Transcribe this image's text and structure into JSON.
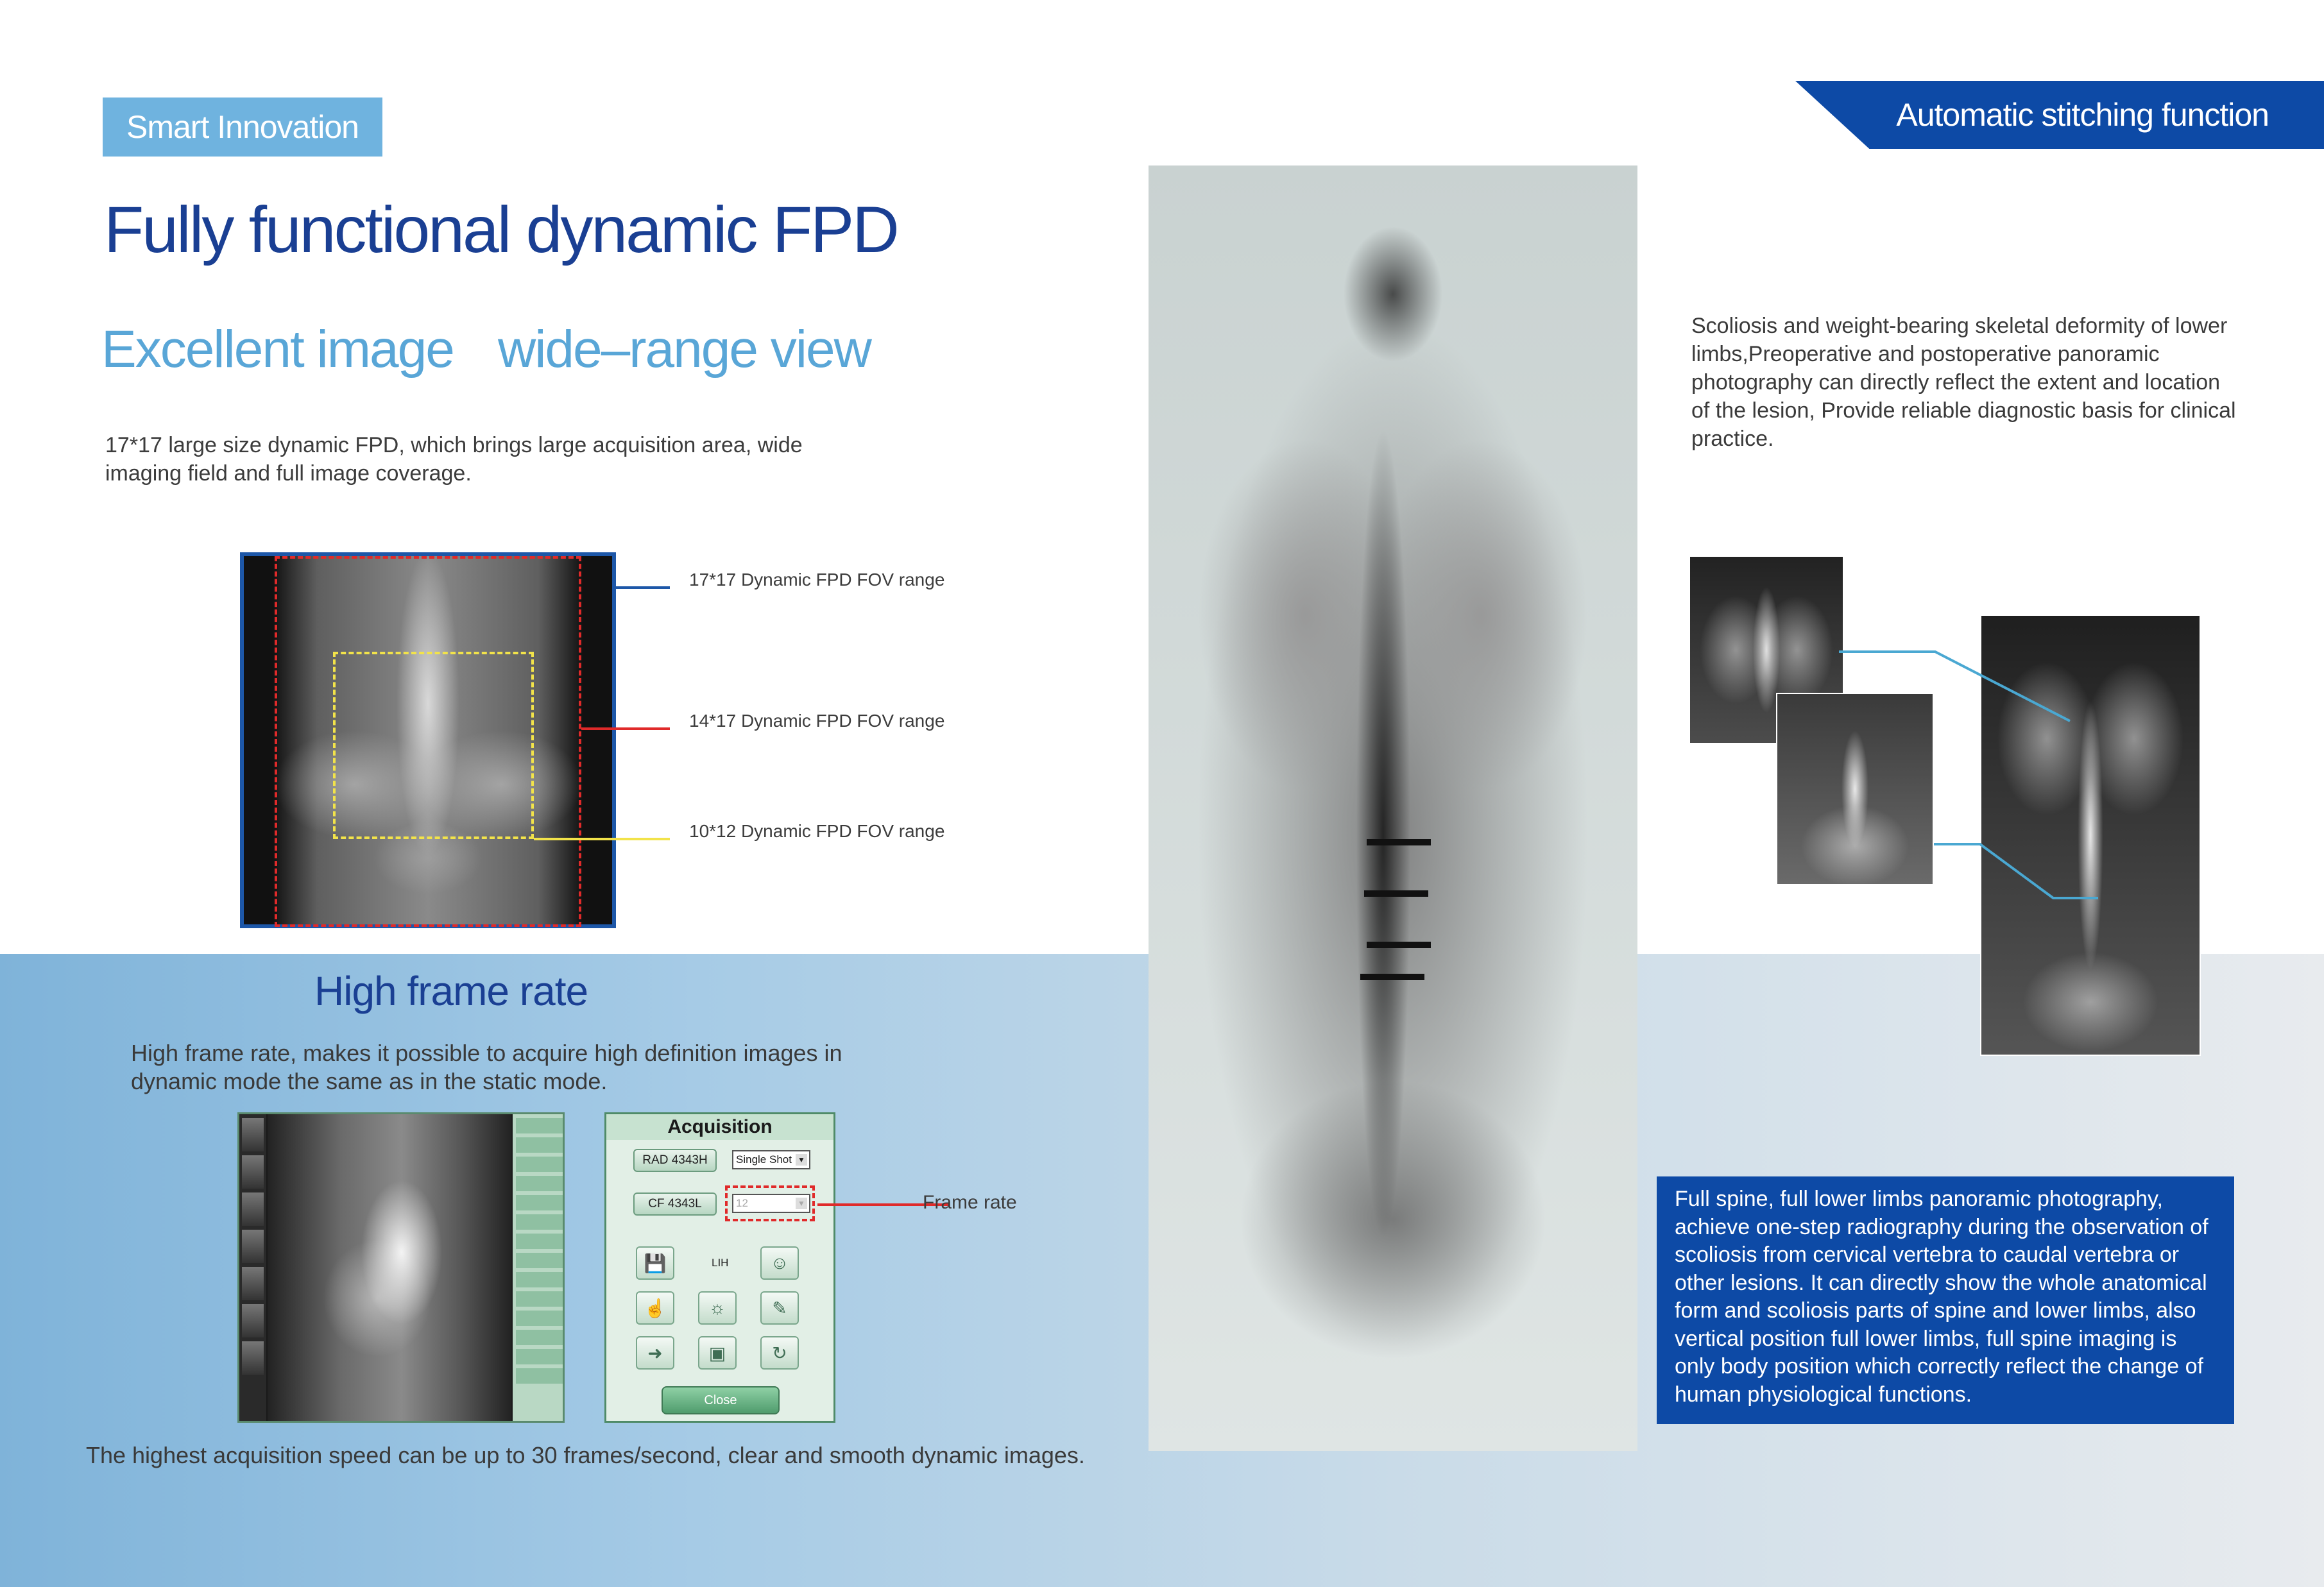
{
  "header": {
    "tag": "Smart Innovation",
    "title": "Fully functional dynamic FPD",
    "subtitle_left": "Excellent image",
    "subtitle_right": "wide–range view",
    "intro": "17*17 large size dynamic FPD, which brings large acquisition area, wide imaging field and full image coverage."
  },
  "fov_figure": {
    "labels": [
      "17*17 Dynamic FPD FOV range",
      "14*17 Dynamic FPD FOV range",
      "10*12 Dynamic FPD FOV range"
    ],
    "colors": [
      "#1d57a8",
      "#e02a2a",
      "#f2e34a"
    ]
  },
  "high_frame_rate": {
    "title": "High frame rate",
    "description": "High frame rate, makes it possible to acquire high definition images in dynamic mode the same as in the static mode.",
    "frame_rate_label": "Frame rate",
    "footnote": "The highest acquisition speed can be up to 30 frames/second, clear and smooth dynamic images."
  },
  "acquisition_panel": {
    "title": "Acquisition",
    "detector_1": "RAD 4343H",
    "mode_select": "Single Shot",
    "detector_2": "CF 4343L",
    "frame_rate_value": "12",
    "status_text": "LIH",
    "close_label": "Close",
    "icons": [
      "save-icon",
      "patient-icon",
      "hand-exposure-icon",
      "brightness-icon",
      "clipboard-icon",
      "export-icon",
      "image-icon",
      "refresh-icon"
    ]
  },
  "stitching": {
    "banner": "Automatic stitching function",
    "description": "Scoliosis and weight-bearing skeletal deformity of lower limbs,Preoperative and postoperative panoramic photography can directly reflect the extent and location of the lesion, Provide reliable diagnostic basis for clinical practice.",
    "panel_text": "Full spine, full lower limbs panoramic photography, achieve one-step radiography during the observation of scoliosis from cervical vertebra to caudal vertebra or other lesions. It can directly show the whole anatomical form and scoliosis parts of spine and lower limbs, also vertical position full lower limbs, full spine imaging is only body position which correctly reflect the change of human physiological functions."
  },
  "colors": {
    "brand_dark_blue": "#1a3f93",
    "brand_light_blue": "#59a6d7",
    "panel_blue": "#0d4aa6",
    "tag_blue": "#6fb3df",
    "connector_cyan": "#4aa8d2"
  }
}
